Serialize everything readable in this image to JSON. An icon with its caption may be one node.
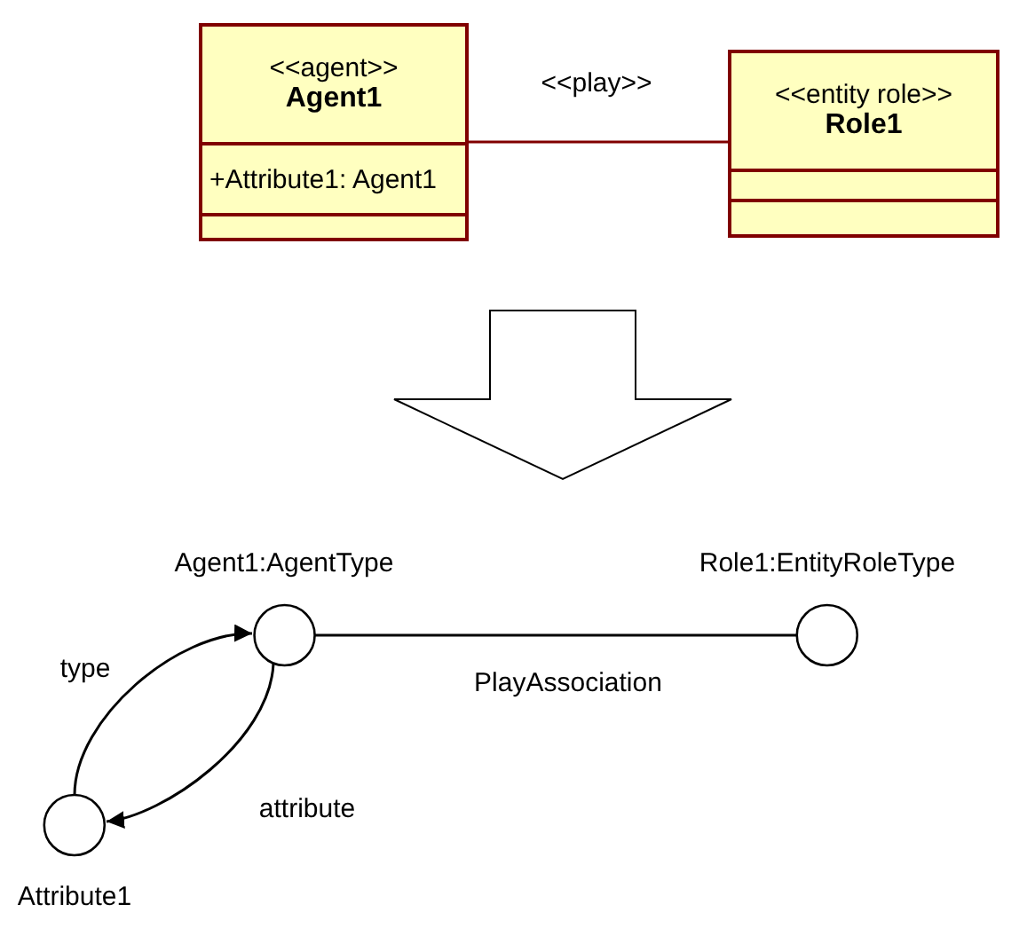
{
  "diagram": {
    "nodes": [
      {
        "text": [
          "<<agent>>",
          "Agent1",
          "+Attribute1: Agent1"
        ]
      },
      {
        "text": [
          "<<entity role>>",
          "Role1"
        ]
      },
      {
        "text": [
          "Agent1:AgentType"
        ]
      },
      {
        "text": [
          "Role1:EntityRoleType"
        ]
      },
      {
        "text": [
          "Attribute1"
        ]
      }
    ],
    "edges": [
      {
        "from": 0,
        "to": 1,
        "arrow": "none",
        "label": "<<play>>",
        "color": "#800000"
      },
      {
        "from": 2,
        "to": 3,
        "arrow": "none",
        "label": "PlayAssociation"
      },
      {
        "from": 4,
        "to": 2,
        "arrow": "to",
        "label": "type"
      },
      {
        "from": 2,
        "to": 4,
        "arrow": "to",
        "label": "attribute"
      }
    ]
  }
}
